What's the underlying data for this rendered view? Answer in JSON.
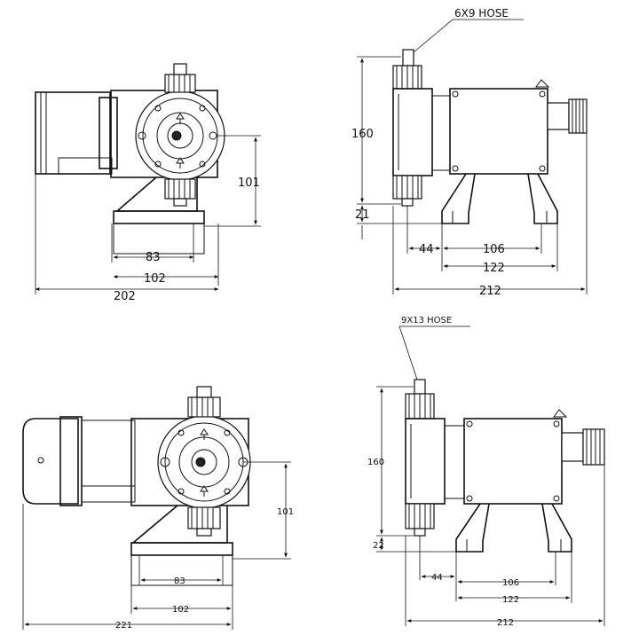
{
  "views": {
    "top_front": {
      "dims": {
        "height_101": "101",
        "width_83": "83",
        "width_102": "102",
        "overall_202": "202"
      }
    },
    "top_side": {
      "hose_label": "6X9 HOSE",
      "dims": {
        "height_160": "160",
        "base_21": "21",
        "offset_44": "44",
        "width_106": "106",
        "width_122": "122",
        "overall_212": "212"
      }
    },
    "bottom_front": {
      "dims": {
        "height_101": "101",
        "width_83": "83",
        "width_102": "102",
        "overall_221": "221"
      }
    },
    "bottom_side": {
      "hose_label": "9X13 HOSE",
      "dims": {
        "height_160": "160",
        "base_22": "22",
        "offset_44": "44",
        "width_106": "106",
        "width_122": "122",
        "overall_212": "212"
      }
    }
  }
}
